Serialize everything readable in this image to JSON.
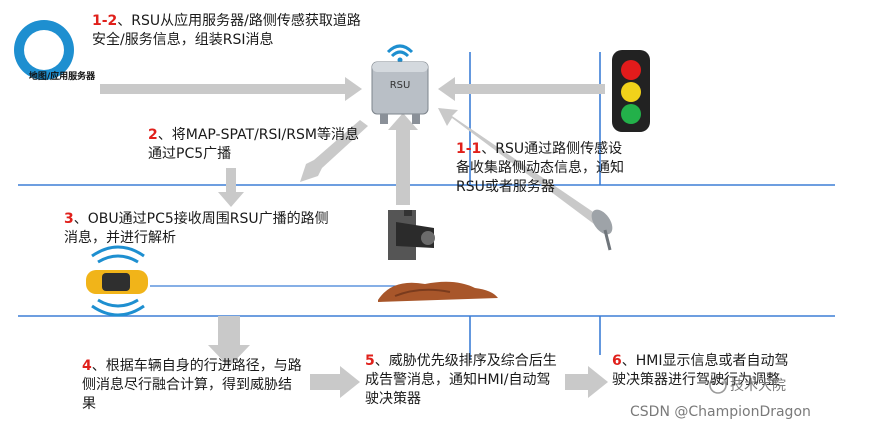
{
  "server": {
    "label": "地图/应用服务器"
  },
  "rsu": {
    "label": "RSU"
  },
  "steps": {
    "s12": {
      "num": "1-2",
      "text": "、RSU从应用服务器/路侧传感获取道路安全/服务信息，组装RSI消息"
    },
    "s2": {
      "num": "2",
      "text": "、将MAP-SPAT/RSI/RSM等消息通过PC5广播"
    },
    "s11": {
      "num": "1-1",
      "text": "、RSU通过路侧传感设备收集路侧动态信息，通知RSU或者服务器"
    },
    "s3": {
      "num": "3",
      "text": "、OBU通过PC5接收周围RSU广播的路侧消息，并进行解析"
    },
    "s4": {
      "num": "4",
      "text": "、根据车辆自身的行进路径，与路侧消息尽行融合计算，得到威胁结果"
    },
    "s5": {
      "num": "5",
      "text": "、威胁优先级排序及综合后生成告警消息，通知HMI/自动驾驶决策器"
    },
    "s6": {
      "num": "6",
      "text": "、HMI显示信息或者自动驾驶决策器进行驾驶行为调整"
    }
  },
  "watermark": {
    "line1": "技术大院",
    "line2": "CSDN @ChampionDragon"
  },
  "colors": {
    "road": "#3d7fd6",
    "arrow": "#c9c9c9",
    "accent": "#e0201b"
  }
}
